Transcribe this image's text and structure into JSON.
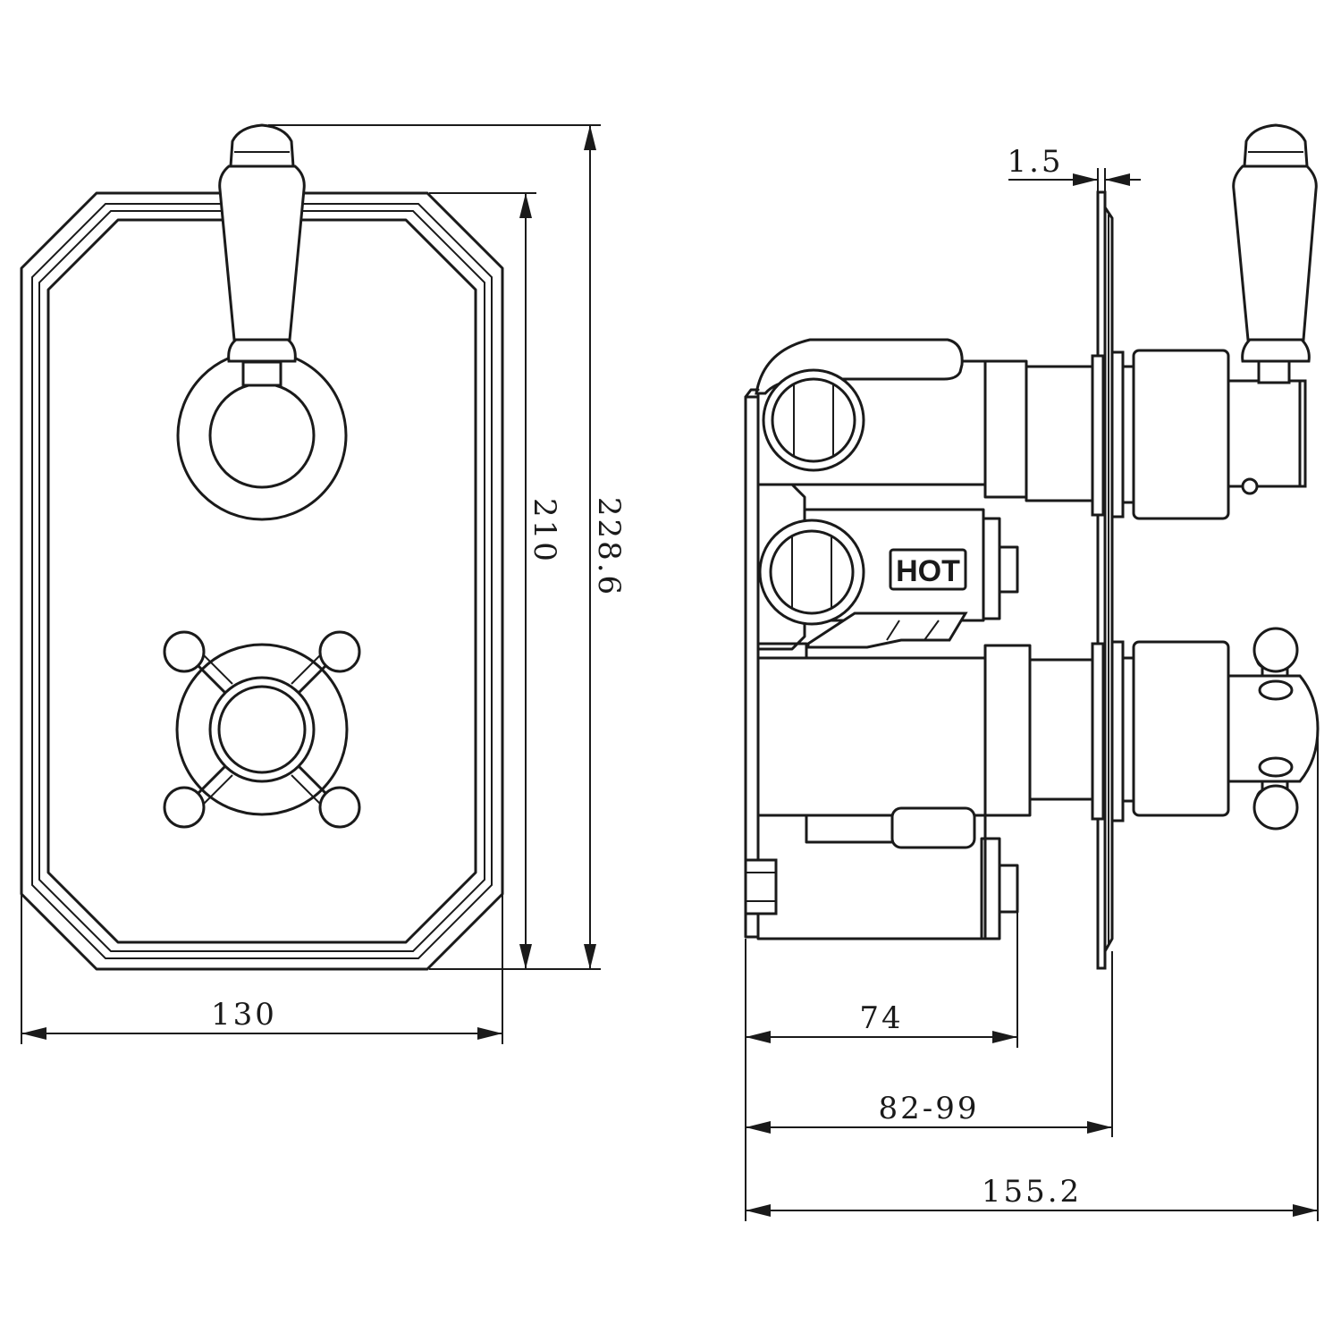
{
  "front_view": {
    "dim_width": "130",
    "dim_plate_height": "210",
    "dim_overall_height": "228.6"
  },
  "side_view": {
    "dim_plate_thickness": "1.5",
    "dim_body_depth": "74",
    "dim_wall_depth": "82-99",
    "dim_overall_depth": "155.2",
    "hot_label": "HOT"
  }
}
